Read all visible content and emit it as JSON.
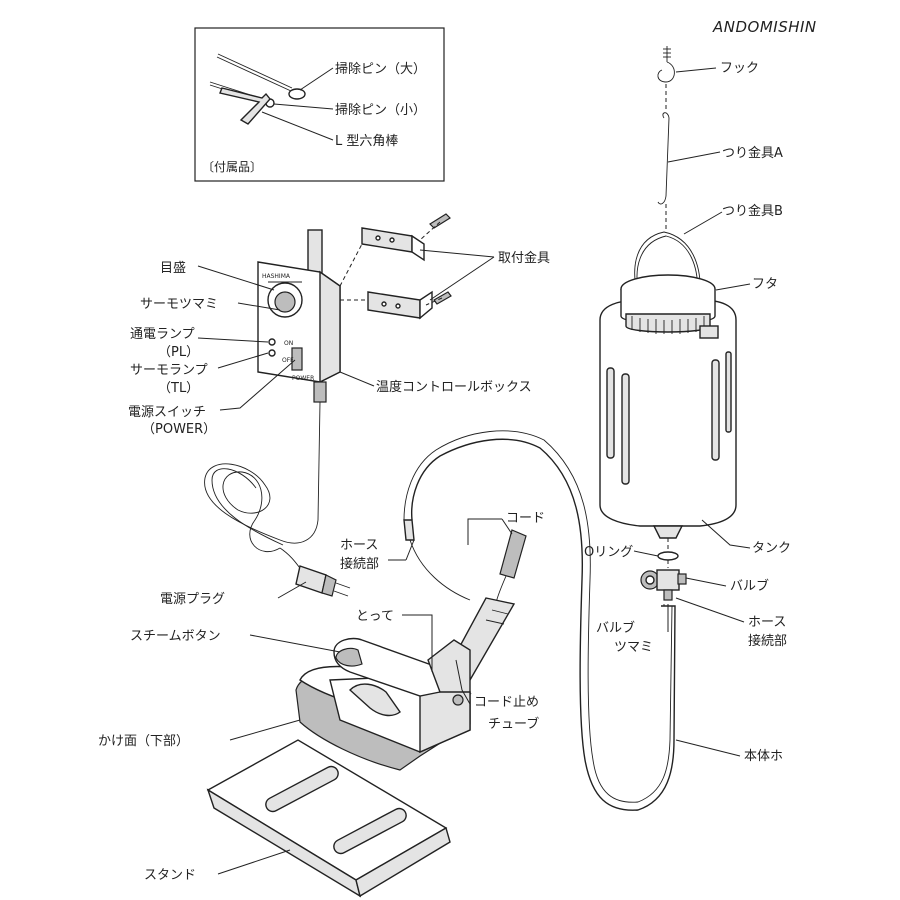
{
  "brand": "ANDOMISHIN",
  "accessory_box": {
    "caption": "〔付属品〕",
    "items": [
      "掃除ピン（大）",
      "掃除ピン（小）",
      "L 型六角棒"
    ]
  },
  "control_box": {
    "labels": [
      "目盛",
      "サーモツマミ",
      "通電ランプ",
      "（PL）",
      "サーモランプ",
      "（TL）",
      "電源スイッチ",
      "（POWER）",
      "温度コントロールボックス",
      "取付金具",
      "電源プラグ"
    ],
    "markings": {
      "maker": "HASHIMA",
      "power": "POWER",
      "on": "ON",
      "off": "OFF"
    }
  },
  "iron": {
    "labels": [
      "ホース",
      "接続部",
      "コード",
      "とって",
      "スチームボタン",
      "コード止め",
      "チューブ",
      "かけ面（下部）",
      "スタンド"
    ]
  },
  "tank": {
    "labels": [
      "フック",
      "つり金具A",
      "つり金具B",
      "フタ",
      "タンク",
      "Oリング",
      "バルブ",
      "ホース",
      "接続部",
      "バルブ",
      "ツマミ",
      "本体ホ"
    ]
  }
}
